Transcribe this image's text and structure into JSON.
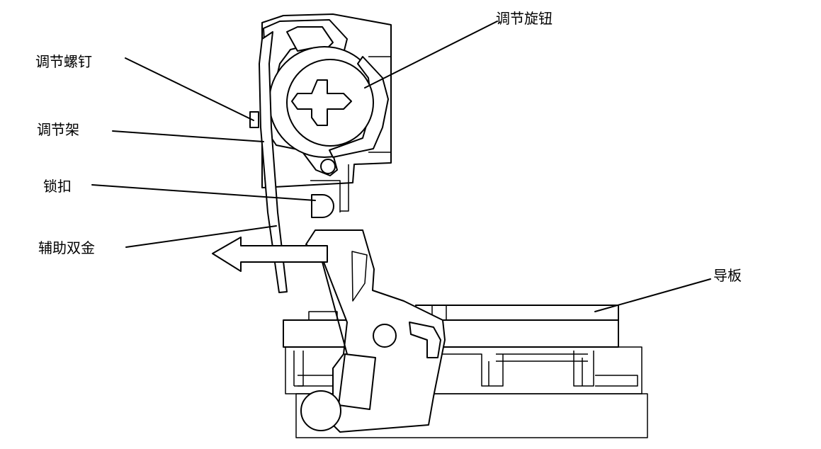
{
  "labels": {
    "knob": "调节旋钮",
    "screw": "调节螺钉",
    "bracket": "调节架",
    "latch": "锁扣",
    "bimetal": "辅助双金",
    "guide": "导板"
  }
}
